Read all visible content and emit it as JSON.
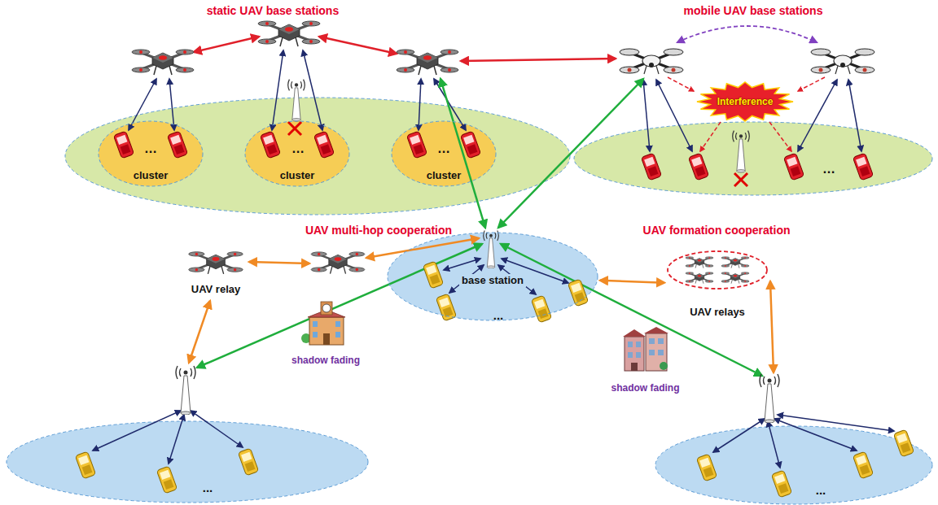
{
  "diagram": {
    "nodes": [
      {
        "text": [
          "cluster"
        ]
      },
      {
        "text": [
          "cluster"
        ]
      },
      {
        "text": [
          "cluster"
        ]
      },
      {
        "text": [
          "Interference"
        ]
      },
      {
        "text": [
          "base station"
        ]
      },
      {
        "text": [
          "UAV relay"
        ]
      },
      {
        "text": [
          "UAV relays"
        ]
      },
      {
        "text": [
          "shadow fading"
        ]
      },
      {
        "text": [
          "shadow fading"
        ]
      }
    ],
    "edges": [
      {
        "from": 4,
        "to": 6,
        "arrow": "both"
      }
    ],
    "labels": [
      "static UAV base stations",
      "mobile UAV base stations",
      "…",
      "…",
      "…",
      "…",
      "UAV multi-hop cooperation",
      "UAV formation cooperation",
      "...",
      "...",
      "..."
    ]
  }
}
